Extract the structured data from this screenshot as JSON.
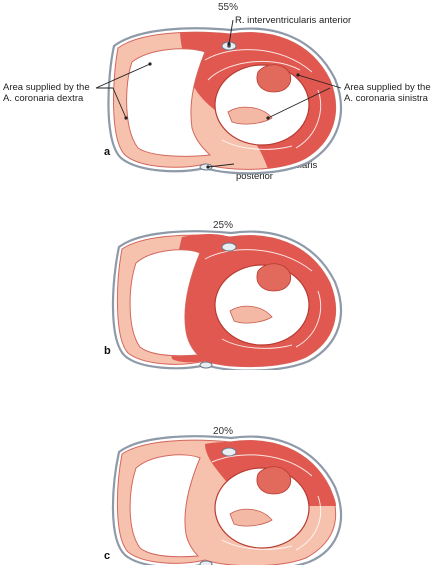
{
  "panels": [
    {
      "letter": "a",
      "percent": "55%"
    },
    {
      "letter": "b",
      "percent": "25%"
    },
    {
      "letter": "c",
      "percent": "20%"
    }
  ],
  "labels": {
    "anterior": "R. interventricularis anterior",
    "posterior_line1": "R. interventricularis",
    "posterior_line2": "posterior",
    "right_area_line1": "Area supplied by the",
    "right_area_line2": "A. coronaria dextra",
    "left_area_line1": "Area supplied by the",
    "left_area_line2": "A. coronaria sinistra"
  },
  "colors": {
    "right_territory": "#f6c2ad",
    "left_territory": "#e0584f",
    "outline": "#d4675e",
    "epicardium": "#8f9aa8",
    "cavity": "#ffffff"
  }
}
